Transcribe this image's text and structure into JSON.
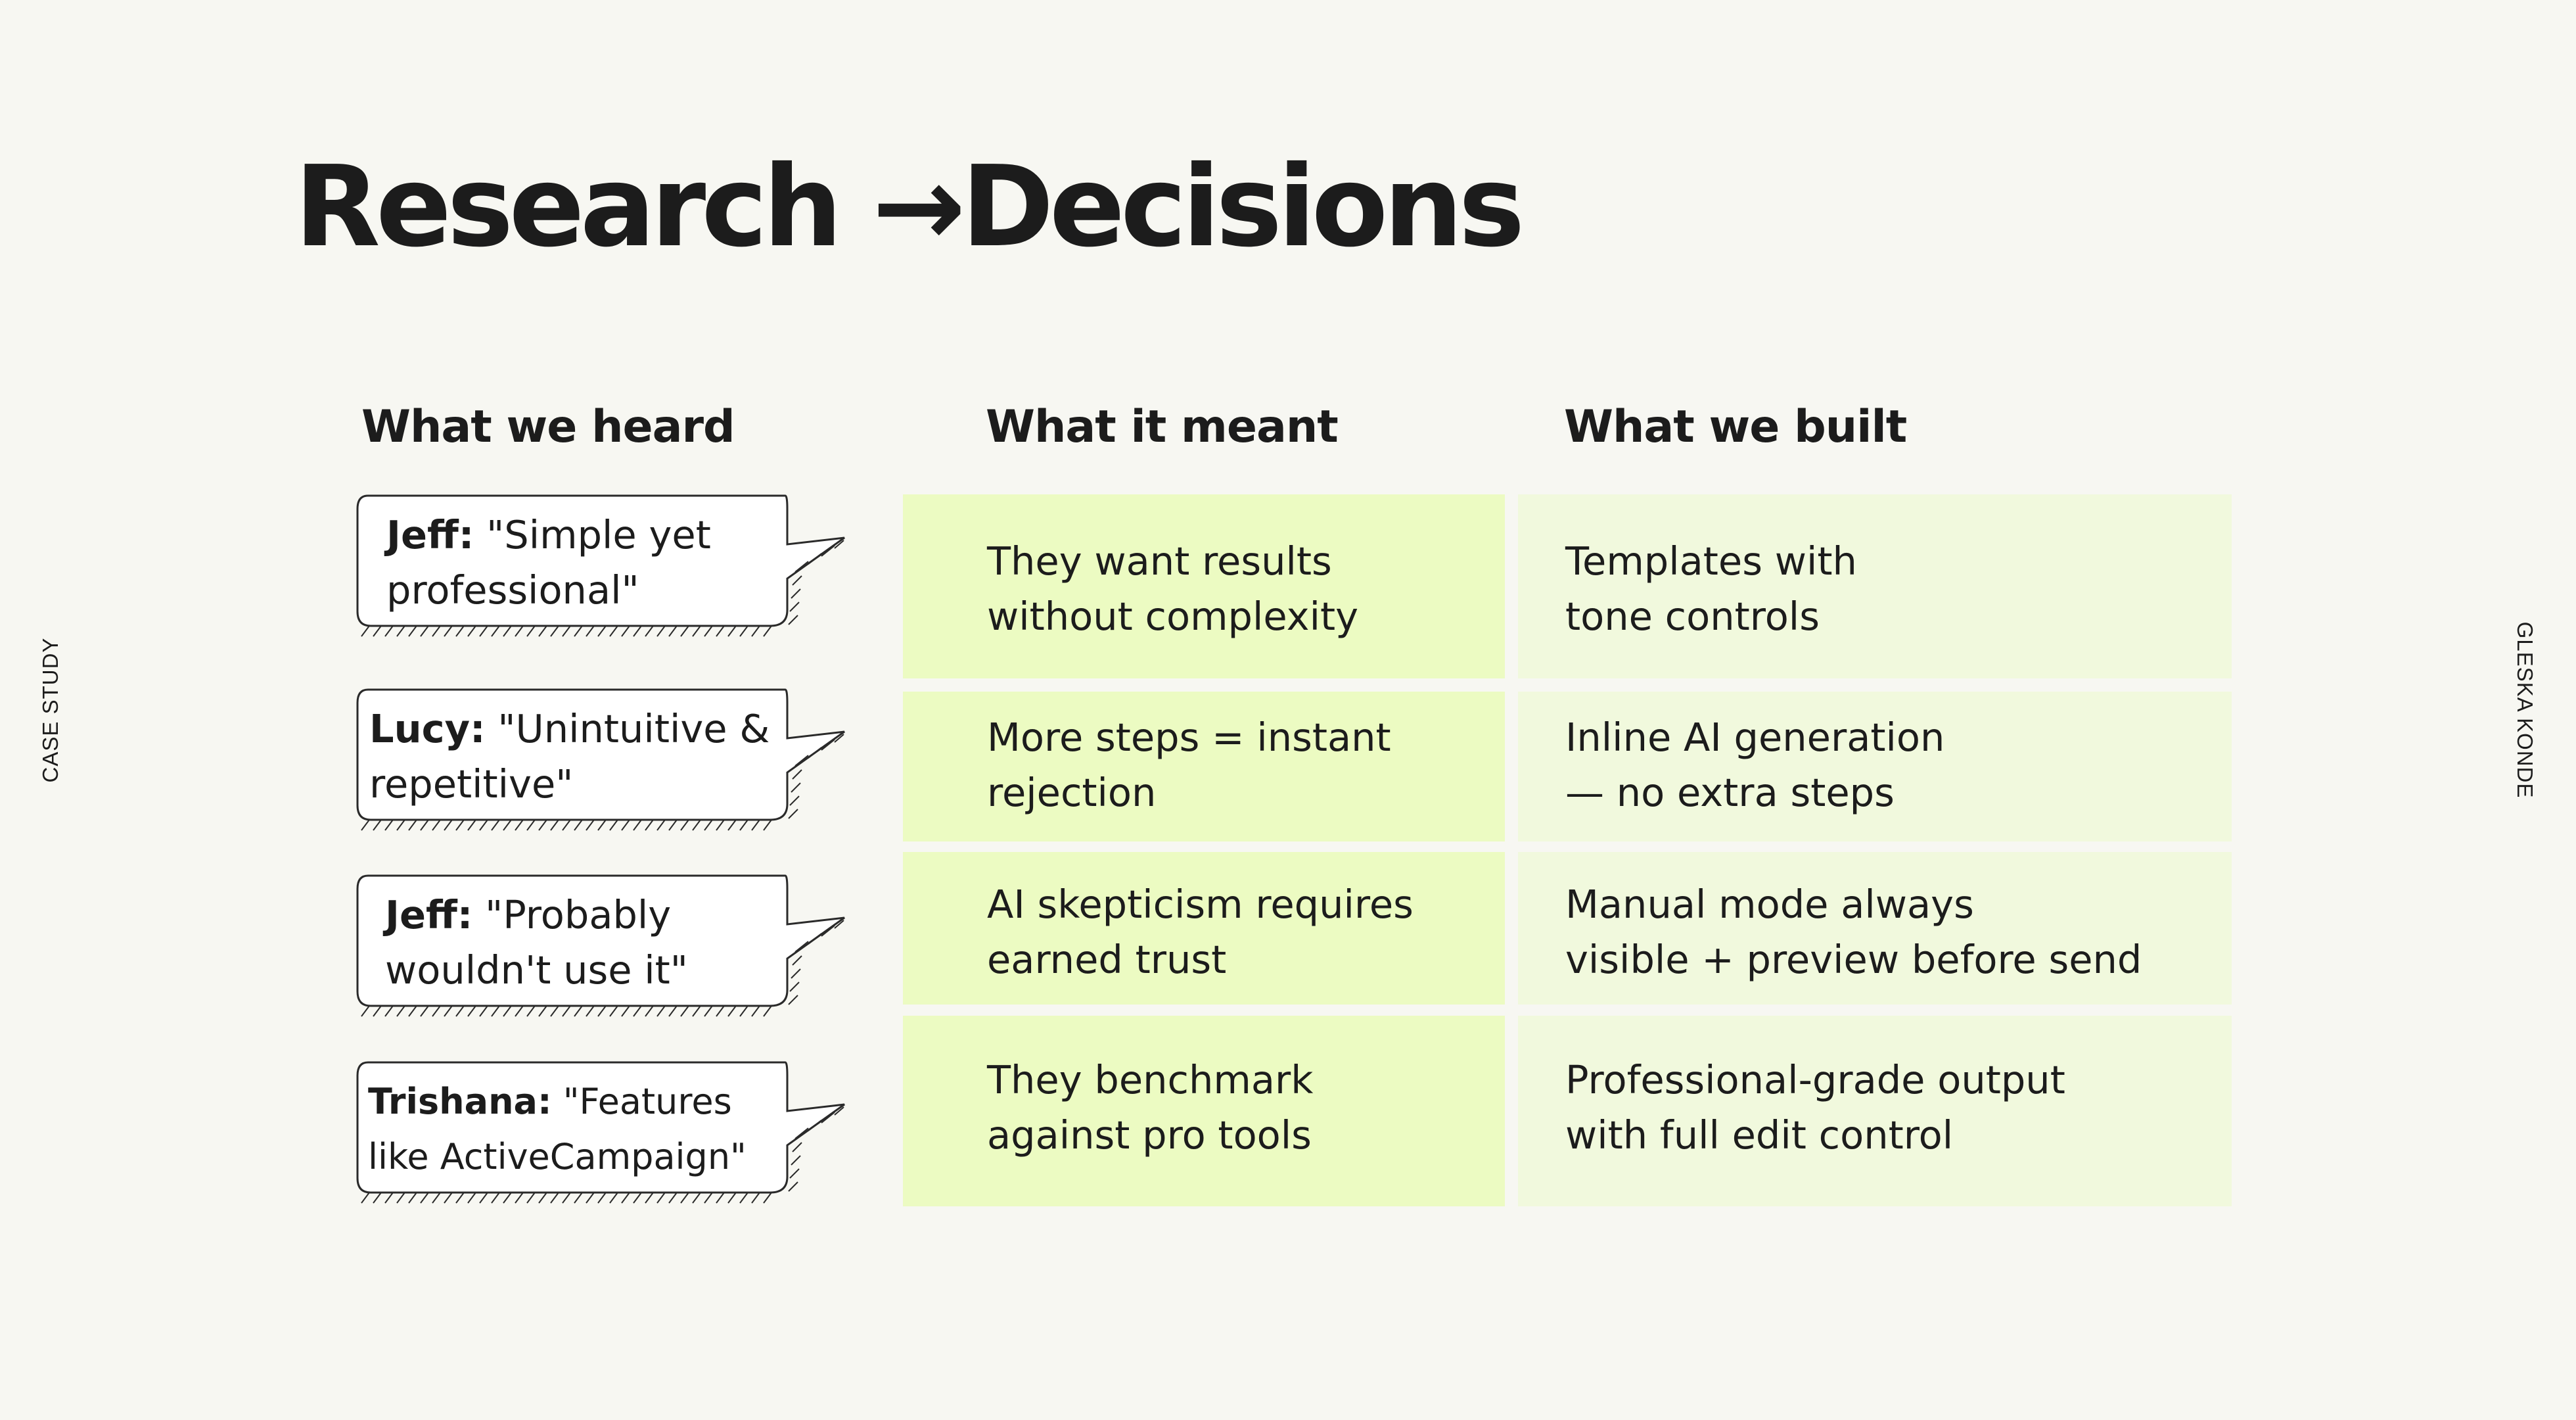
{
  "side": {
    "left": "CASE STUDY",
    "right": "GLESKA KONDE"
  },
  "title": "Research →Decisions",
  "columns": {
    "heard": "What we heard",
    "meant": "What it meant",
    "built": "What we built"
  },
  "rows": [
    {
      "speaker": "Jeff:",
      "quote_line1": "\"Simple yet",
      "quote_line2": "professional\"",
      "meant_line1": "They want results",
      "meant_line2": "without complexity",
      "built_line1": "Templates with",
      "built_line2": "tone controls"
    },
    {
      "speaker": "Lucy:",
      "quote_line1": "\"Unintuitive &",
      "quote_line2": "repetitive\"",
      "meant_line1": "More steps = instant",
      "meant_line2": "rejection",
      "built_line1": "Inline AI generation",
      "built_line2": "— no extra steps"
    },
    {
      "speaker": "Jeff:",
      "quote_line1": "\"Probably",
      "quote_line2": "wouldn't use it\"",
      "meant_line1": "AI skepticism requires",
      "meant_line2": "earned trust",
      "built_line1": "Manual mode always",
      "built_line2": "visible + preview before send"
    },
    {
      "speaker": "Trishana:",
      "quote_line1": "\"Features",
      "quote_line2": "like ActiveCampaign\"",
      "meant_line1": "They benchmark",
      "meant_line2": "against pro tools",
      "built_line1": "Professional-grade output",
      "built_line2": "with full edit control"
    }
  ]
}
